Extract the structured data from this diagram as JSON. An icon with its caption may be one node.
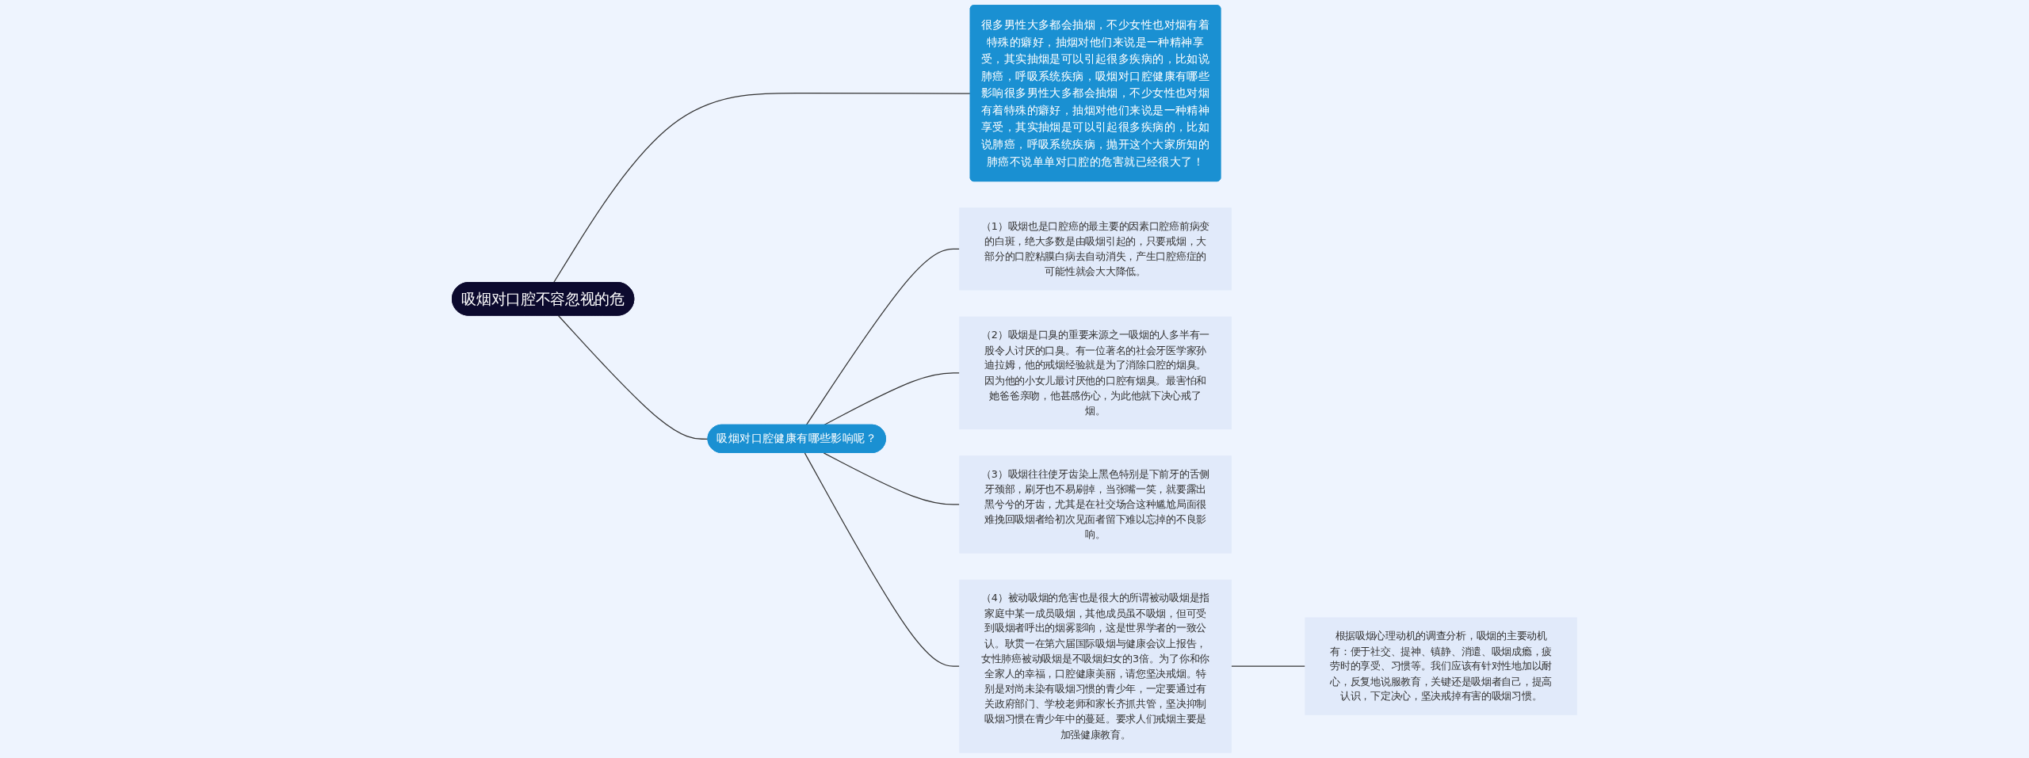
{
  "diagram": {
    "nodes": [
      {
        "text": [
          "吸烟对口腔不容忽视的危"
        ]
      },
      {
        "text": [
          "很多男性大多都会抽烟，不少女性也对烟有着特殊的癖好，抽烟对他们来说是一种精神享受，其实抽烟是可以引起很多疾病的，比如说肺癌，呼吸系统疾病，吸烟对口腔健康有哪些影响很多男性大多都会抽烟，不少女性也对烟有着特殊的癖好，抽烟对他们来说是一种精神享受，其实抽烟是可以引起很多疾病的，比如说肺癌，呼吸系统疾病，抛开这个大家所知的肺癌不说单单对口腔的危害就已经很大了！"
        ]
      },
      {
        "text": [
          "吸烟对口腔健康有哪些影响呢？"
        ]
      },
      {
        "text": [
          "（1）吸烟也是口腔癌的最主要的因素口腔癌前病变的白斑，绝大多数是由吸烟引起的，只要戒烟，大部分的口腔粘膜白病去自动消失，产生口腔癌症的可能性就会大大降低。"
        ]
      },
      {
        "text": [
          "（2）吸烟是口臭的重要来源之一吸烟的人多半有一股令人讨厌的口臭。有一位著名的社会牙医学家孙迪拉姆，他的戒烟经验就是为了消除口腔的烟臭。因为他的小女儿最讨厌他的口腔有烟臭。最害怕和她爸爸亲吻，他甚感伤心，为此他就下决心戒了烟。"
        ]
      },
      {
        "text": [
          "（3）吸烟往往使牙齿染上黑色特别是下前牙的舌侧牙颈部，刷牙也不易刷掉，当张嘴一笑，就要露出黑兮兮的牙齿，尤其是在社交场合这种尴尬局面很难挽回吸烟者给初次见面者留下难以忘掉的不良影响。"
        ]
      },
      {
        "text": [
          "（4）被动吸烟的危害也是很大的所谓被动吸烟是指家庭中某一成员吸烟，其他成员虽不吸烟，但可受到吸烟者呼出的烟雾影响，这是世界学者的一致公认。耿贯一在第六届国际吸烟与健康会议上报告，女性肺癌被动吸烟是不吸烟妇女的3倍。为了你和你全家人的幸福，口腔健康美丽，请您坚决戒烟。特别是对尚未染有吸烟习惯的青少年，一定要通过有关政府部门、学校老师和家长齐抓共管，坚决抑制吸烟习惯在青少年中的蔓延。要求人们戒烟主要是加强健康教育。"
        ]
      },
      {
        "text": [
          "根据吸烟心理动机的调查分析，吸烟的主要动机有：便于社交、提神、镇静、消遣、吸烟成瘾，疲劳时的享受、习惯等。我们应该有针对性地加以耐心，反复地说服教育，关键还是吸烟者自己，提高认识，下定决心，坚决戒掉有害的吸烟习惯。"
        ]
      }
    ],
    "edges": [
      {
        "from": 0,
        "to": 1,
        "arrow": "none"
      },
      {
        "from": 0,
        "to": 2,
        "arrow": "none"
      },
      {
        "from": 2,
        "to": 3,
        "arrow": "none"
      },
      {
        "from": 2,
        "to": 4,
        "arrow": "none"
      },
      {
        "from": 2,
        "to": 5,
        "arrow": "none"
      },
      {
        "from": 2,
        "to": 6,
        "arrow": "none"
      },
      {
        "from": 6,
        "to": 7,
        "arrow": "none"
      }
    ]
  }
}
